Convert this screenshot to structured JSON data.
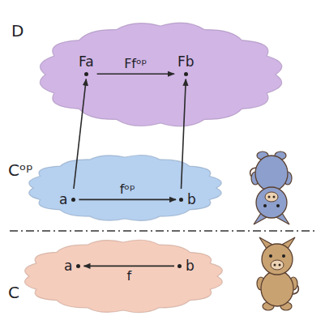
{
  "diagram": {
    "nodes": [
      {
        "text": [
          "D"
        ]
      },
      {
        "text": [
          "Fa"
        ],
        "in": 0
      },
      {
        "text": [
          "Fb"
        ],
        "in": 0
      },
      {
        "text": [
          "Cᵒᵖ"
        ]
      },
      {
        "text": [
          "a"
        ],
        "in": 3
      },
      {
        "text": [
          "b"
        ],
        "in": 3
      },
      {
        "text": [
          "C"
        ]
      },
      {
        "text": [
          "a"
        ],
        "in": 6
      },
      {
        "text": [
          "b"
        ],
        "in": 6
      }
    ],
    "edges": [
      {
        "from": 1,
        "to": 2,
        "arrow": "to",
        "label": "Ffᵒᵖ"
      },
      {
        "from": 4,
        "to": 5,
        "arrow": "to",
        "label": "fᵒᵖ"
      },
      {
        "from": 8,
        "to": 7,
        "arrow": "to",
        "label": "f"
      },
      {
        "from": 4,
        "to": 1,
        "arrow": "to"
      },
      {
        "from": 5,
        "to": 2,
        "arrow": "to"
      }
    ]
  }
}
